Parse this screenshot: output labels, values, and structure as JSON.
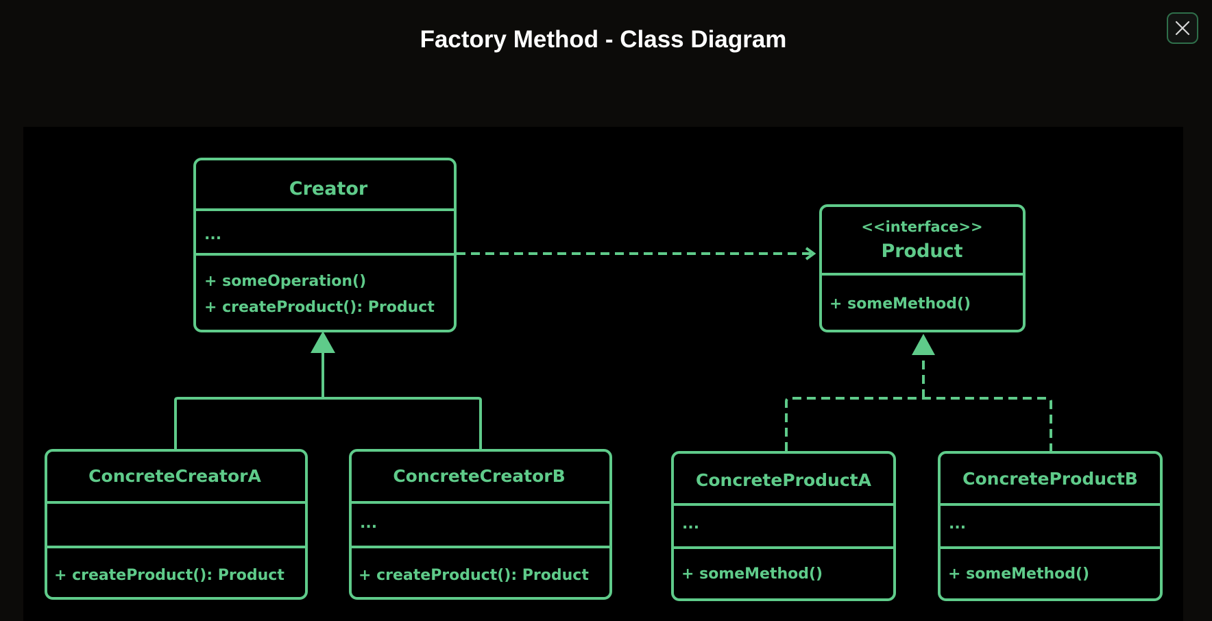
{
  "modal": {
    "title": "Factory Method - Class Diagram",
    "close_icon": "close-icon"
  },
  "diagram": {
    "accent_color": "#5fcb8a",
    "background_color": "#000000",
    "classes": {
      "creator": {
        "name": "Creator",
        "attributes": "...",
        "methods": [
          "+ someOperation()",
          "+ createProduct(): Product"
        ]
      },
      "product": {
        "stereotype": "<<interface>>",
        "name": "Product",
        "methods": [
          "+ someMethod()"
        ]
      },
      "concrete_creator_a": {
        "name": "ConcreteCreatorA",
        "attributes": "",
        "methods": [
          "+ createProduct(): Product"
        ]
      },
      "concrete_creator_b": {
        "name": "ConcreteCreatorB",
        "attributes": "...",
        "methods": [
          "+ createProduct(): Product"
        ]
      },
      "concrete_product_a": {
        "name": "ConcreteProductA",
        "attributes": "...",
        "methods": [
          "+ someMethod()"
        ]
      },
      "concrete_product_b": {
        "name": "ConcreteProductB",
        "attributes": "...",
        "methods": [
          "+ someMethod()"
        ]
      }
    }
  }
}
